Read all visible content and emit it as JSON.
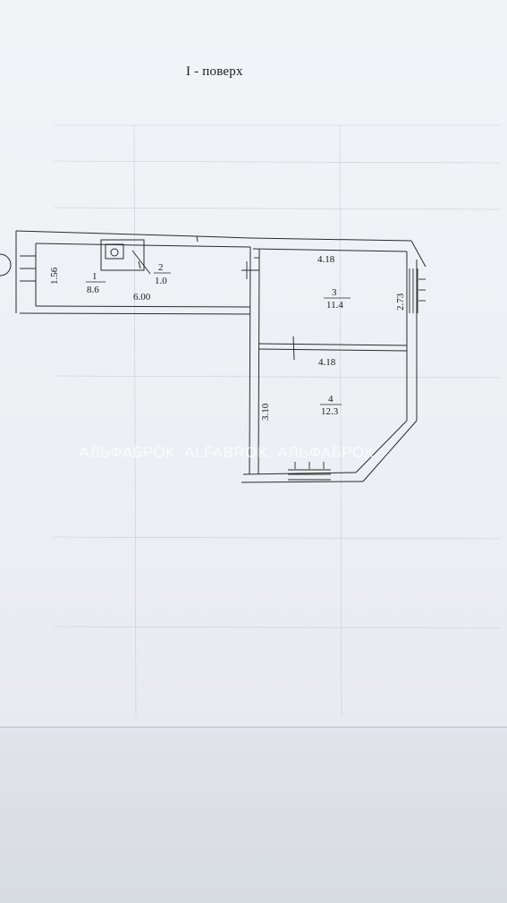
{
  "floor_title": "I - поверх",
  "watermark": "АЛЬФАБРОК. ALFABROK. АЛЬФАБРОК",
  "rooms": [
    {
      "number": "1",
      "area": "8.6"
    },
    {
      "number": "2",
      "area": "1.0"
    },
    {
      "number": "3",
      "area": "11.4"
    },
    {
      "number": "4",
      "area": "12.3"
    }
  ],
  "dimensions": {
    "corridor_width": "1.56",
    "corridor_length": "6.00",
    "room3_width": "4.18",
    "room3_depth": "2.73",
    "room4_width": "4.18",
    "room4_depth": "3.10"
  }
}
